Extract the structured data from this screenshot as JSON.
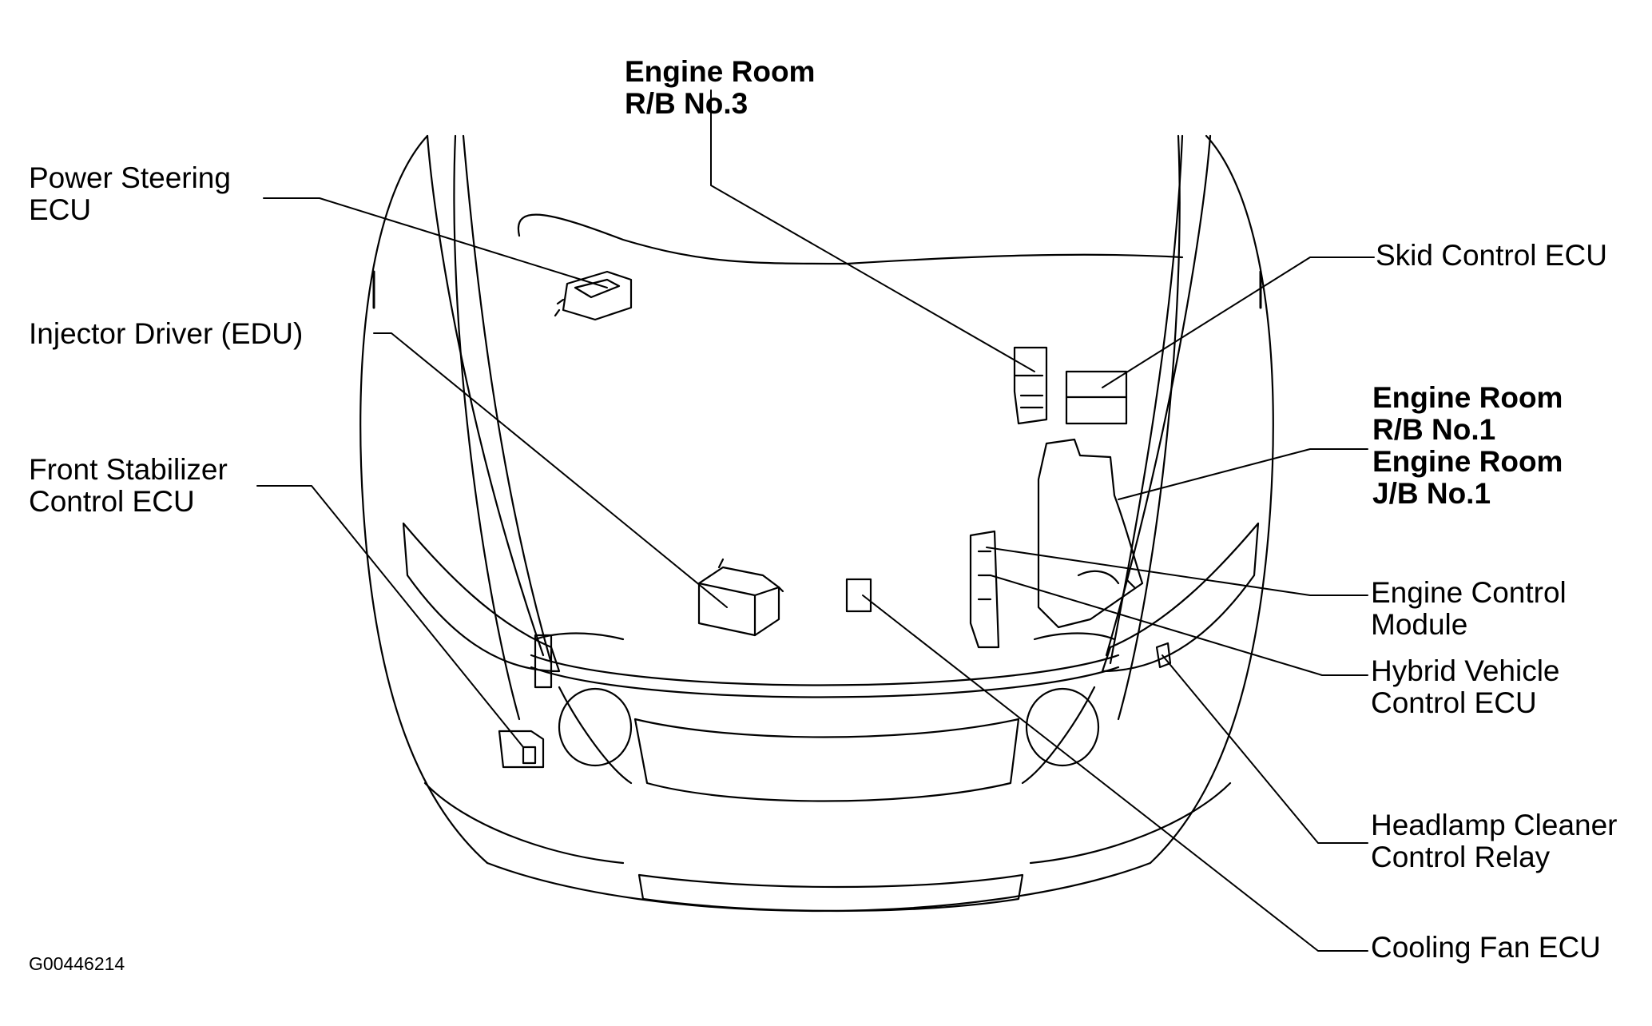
{
  "figure_code": "G00446214",
  "labels": {
    "engine_room_rb3": [
      "Engine Room",
      "R/B No.3"
    ],
    "power_steering_ecu": [
      "Power Steering",
      "ECU"
    ],
    "skid_control_ecu": [
      "Skid Control ECU"
    ],
    "injector_driver": [
      "Injector Driver (EDU)"
    ],
    "engine_room_rb1_jb1": [
      "Engine Room",
      "R/B No.1",
      "Engine Room",
      "J/B No.1"
    ],
    "front_stabilizer_ecu": [
      "Front Stabilizer",
      "Control ECU"
    ],
    "engine_control_module": [
      "Engine Control",
      "Module"
    ],
    "hybrid_vehicle_ecu": [
      "Hybrid Vehicle",
      "Control ECU"
    ],
    "headlamp_cleaner_relay": [
      "Headlamp Cleaner",
      "Control Relay"
    ],
    "cooling_fan_ecu": [
      "Cooling Fan ECU"
    ]
  }
}
